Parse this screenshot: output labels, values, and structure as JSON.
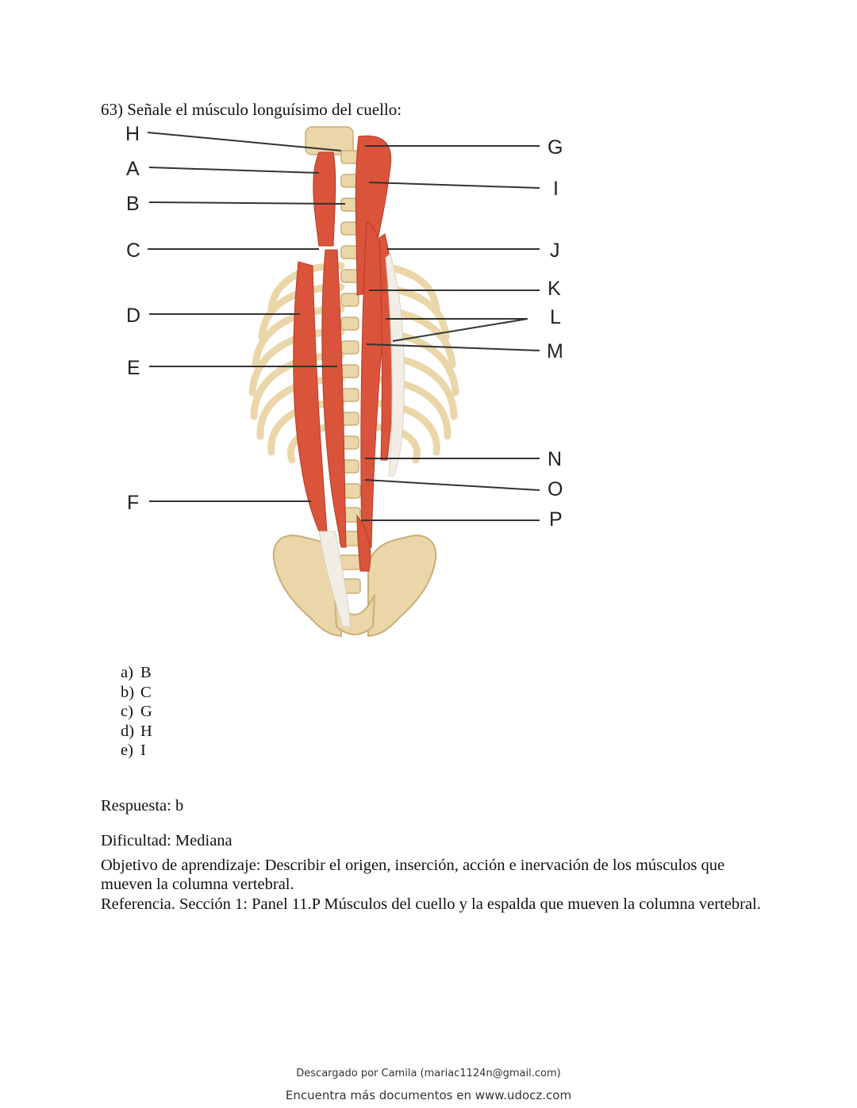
{
  "question": "63) Señale el músculo longuísimo del cuello:",
  "figure": {
    "left_labels": [
      "H",
      "A",
      "B",
      "C",
      "D",
      "E",
      "F"
    ],
    "right_labels": [
      "G",
      "I",
      "J",
      "K",
      "L",
      "M",
      "N",
      "O",
      "P"
    ]
  },
  "options": [
    {
      "letter": "a)",
      "text": "B"
    },
    {
      "letter": "b)",
      "text": "C"
    },
    {
      "letter": "c)",
      "text": "G"
    },
    {
      "letter": "d)",
      "text": "H"
    },
    {
      "letter": "e)",
      "text": "I"
    }
  ],
  "answer": "Respuesta: b",
  "difficulty": "Dificultad: Mediana",
  "objective": "Objetivo de aprendizaje: Describir el origen, inserción, acción e inervación de los músculos que mueven la columna vertebral.",
  "reference": "Referencia. Sección 1: Panel 11.P Músculos del cuello y la espalda que mueven la columna vertebral.",
  "footer": {
    "downloaded_by": "Descargado por Camila (mariac1124n@gmail.com)",
    "more_docs": "Encuentra más documentos en www.udocz.com"
  },
  "colors": {
    "muscle": "#d9543a",
    "muscle_dark": "#b83a26",
    "bone": "#ead6a8",
    "bone_stroke": "#c9ae78",
    "tendon": "#f2eee6",
    "leader": "#333333"
  }
}
